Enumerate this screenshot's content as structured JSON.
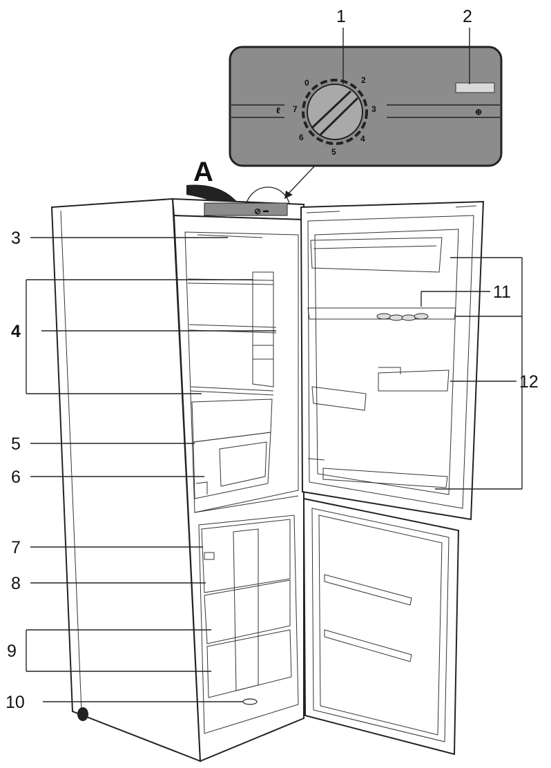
{
  "callouts": {
    "c1": "1",
    "c2": "2",
    "c3": "3",
    "c4": "4",
    "c5": "5",
    "c6": "6",
    "c7": "7",
    "c8": "8",
    "c9": "9",
    "c10": "10",
    "c11": "11",
    "c12": "12"
  },
  "view_marker": "A",
  "dial": {
    "s0": "0",
    "s2": "2",
    "s3": "3",
    "s4": "4",
    "s5": "5",
    "s6": "6",
    "s7": "7"
  },
  "colors": {
    "panel": "#8c8c8c",
    "panel_border": "#222222",
    "line": "#222222"
  }
}
